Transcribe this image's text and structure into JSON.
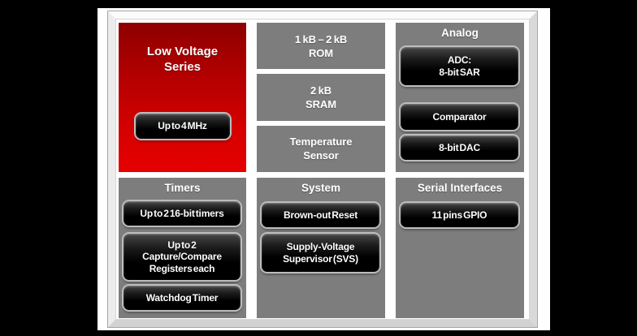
{
  "slide": {
    "low_voltage": {
      "title": "Low Voltage\nSeries",
      "clock_button": "Up to 4 MHz"
    },
    "memory": {
      "blocks": [
        "1 kB – 2 kB\nROM",
        "2 kB\nSRAM",
        "Temperature\nSensor"
      ]
    },
    "analog": {
      "header": "Analog",
      "buttons": [
        "ADC:\n8-bit SAR",
        "Comparator",
        "8-bit DAC"
      ]
    },
    "timers": {
      "header": "Timers",
      "buttons": [
        "Up to 2 16-bit timers",
        "Up to 2\nCapture/Compare\nRegisters each",
        "Watchdog Timer"
      ]
    },
    "system": {
      "header": "System",
      "buttons": [
        "Brown-out Reset",
        "Supply-Voltage\nSupervisor (SVS)"
      ]
    },
    "serial": {
      "header": "Serial Interfaces",
      "buttons": [
        "11 pins GPIO"
      ]
    },
    "colors": {
      "red_gradient_top": "#8e0000",
      "red_gradient_bottom": "#e60000",
      "panel_gray": "#7d7d7d",
      "button_black": "#000000",
      "frame_bevel": "#e6e6e6",
      "background": "#000000"
    }
  }
}
